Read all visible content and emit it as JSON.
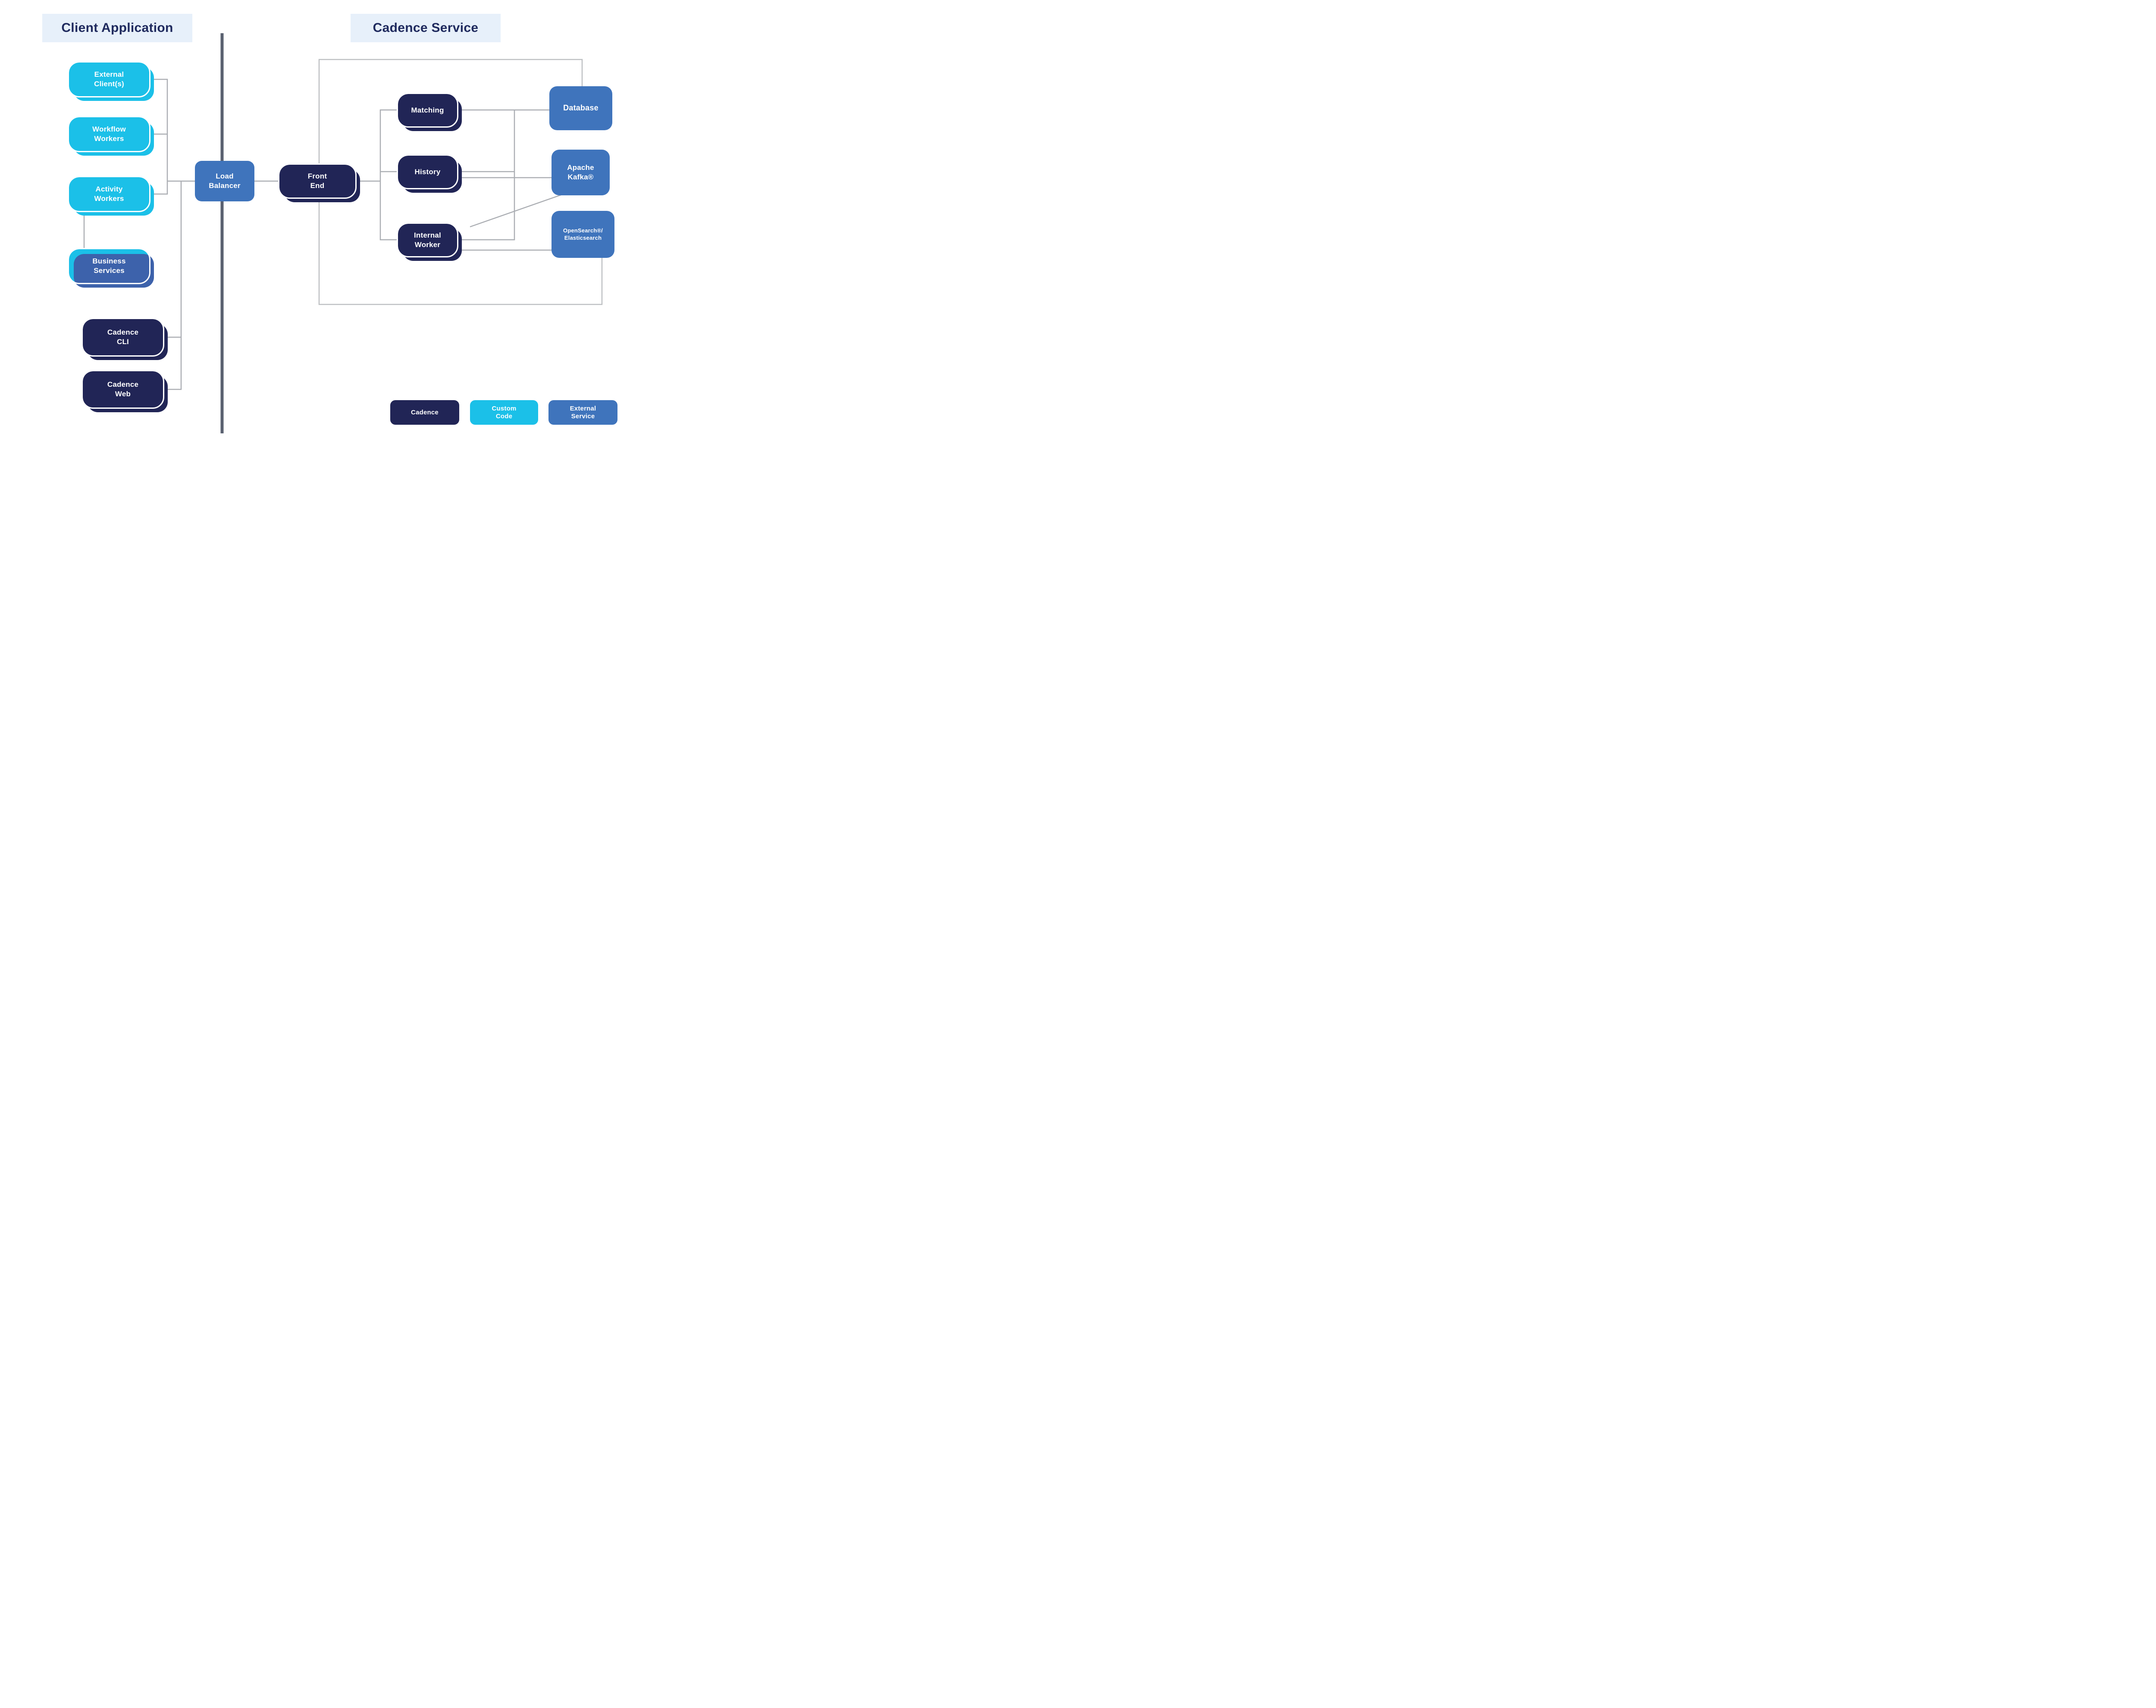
{
  "titles": {
    "client_application": "Client Application",
    "cadence_service": "Cadence Service"
  },
  "nodes": {
    "external_clients": "External\nClient(s)",
    "workflow_workers": "Workflow\nWorkers",
    "activity_workers": "Activity\nWorkers",
    "business_services": "Business\nServices",
    "cadence_cli": "Cadence\nCLI",
    "cadence_web": "Cadence\nWeb",
    "load_balancer": "Load\nBalancer",
    "front_end": "Front\nEnd",
    "matching": "Matching",
    "history": "History",
    "internal_worker": "Internal\nWorker",
    "database": "Database",
    "apache_kafka": "Apache\nKafka®",
    "opensearch": "OpenSearch®/\nElasticsearch"
  },
  "legend": [
    {
      "label": "Cadence",
      "type": "cadence"
    },
    {
      "label": "Custom\nCode",
      "type": "custom-code"
    },
    {
      "label": "External\nService",
      "type": "external-service"
    }
  ],
  "colors": {
    "cadence_navy": "#212556",
    "custom_code_cyan": "#1bc0e8",
    "external_service_blue": "#3f74bc",
    "business_services_shadow_blue": "#3d62ab",
    "title_background": "#e7f0fa",
    "title_text": "#1f2a5e",
    "connector_gray": "#abaeb3",
    "service_boundary_gray": "#bdbfc2",
    "divider_slate": "#5a6170",
    "box_text": "#ffffff"
  }
}
